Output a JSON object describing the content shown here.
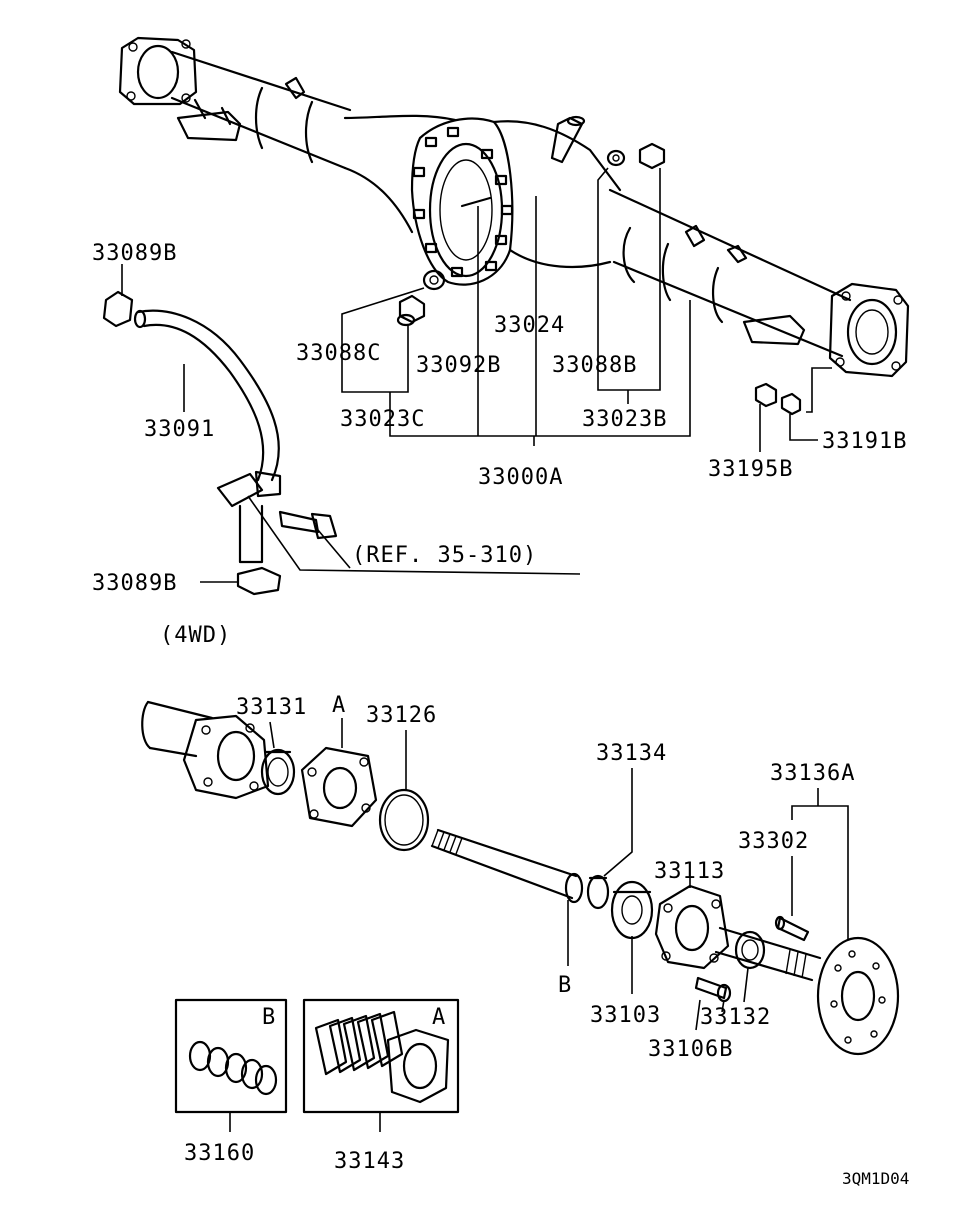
{
  "labels": {
    "p33089B_top": "33089B",
    "p33091": "33091",
    "p33088C": "33088C",
    "p33092B": "33092B",
    "p33024": "33024",
    "p33088B": "33088B",
    "p33023C": "33023C",
    "p33023B": "33023B",
    "p33000A": "33000A",
    "p33195B": "33195B",
    "p33191B": "33191B",
    "ref": "(REF. 35-310)",
    "p33089B_bottom": "33089B",
    "variant": "(4WD)",
    "p33131": "33131",
    "markA_top": "A",
    "p33126": "33126",
    "p33134": "33134",
    "p33136A": "33136A",
    "p33302": "33302",
    "p33113": "33113",
    "markB_mid": "B",
    "p33103": "33103",
    "p33132": "33132",
    "p33106B": "33106B",
    "boxB_mark": "B",
    "boxA_mark": "A",
    "p33160": "33160",
    "p33143": "33143",
    "code": "3QM1D04"
  }
}
